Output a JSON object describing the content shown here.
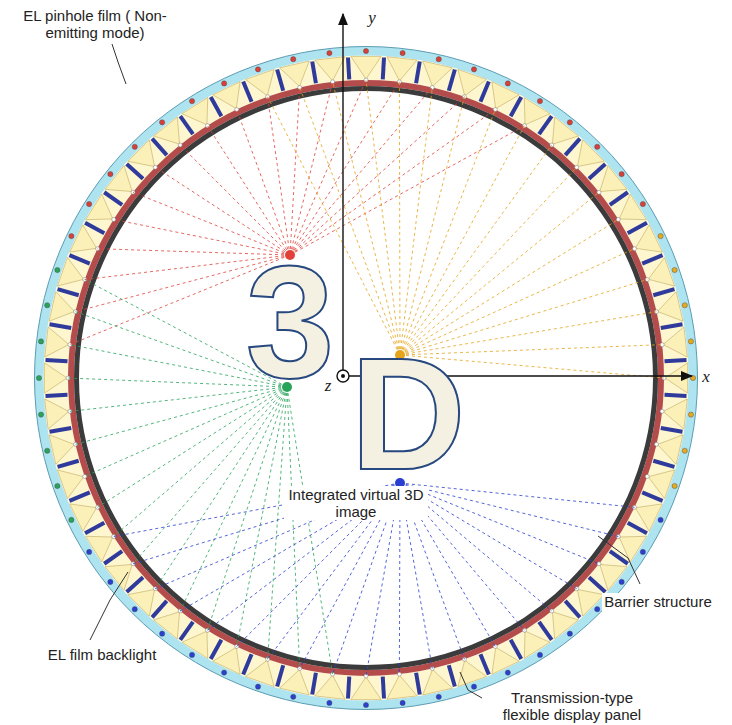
{
  "diagram": {
    "labels": [
      "EL pinhole film ( Non-emitting mode)",
      "y",
      "x",
      "z",
      "3",
      "D",
      "Integrated virtual 3D image",
      "Barrier structure",
      "EL film backlight",
      "Transmission-type flexible display panel"
    ]
  }
}
